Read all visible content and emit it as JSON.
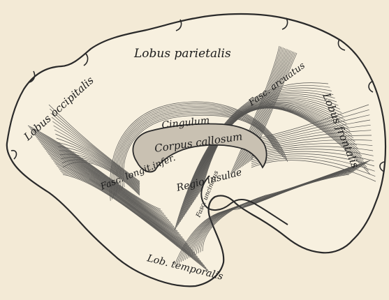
{
  "colors": {
    "background": "#f3ead6",
    "brain_fill": "#f7f0df",
    "outline": "#2a2a2a",
    "fibers": "#3a3a3a",
    "callosum_fill": "#c9c1b2"
  },
  "labels": {
    "lobus_parietalis": "Lobus parietalis",
    "lobus_occipitalis": "Lobus occipitalis",
    "fasc_arcuatus": "Fasc. arcuatus",
    "lobus_frontalis": "Lobus frontalis",
    "cingulum": "Cingulum",
    "corpus_callosum": "Corpus callosum",
    "regio_insulae": "Regio insulae",
    "fasc_uncinatus": "Fasc. uncinatus",
    "fasc_longit_infer": "Fasc. longit.infer.",
    "lob_temporalis": "Lob. temporalis"
  }
}
